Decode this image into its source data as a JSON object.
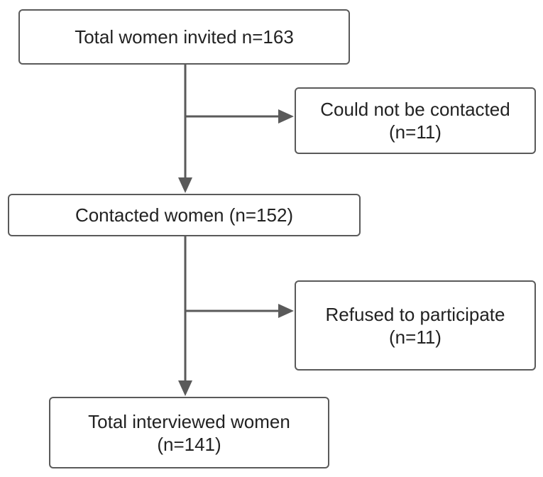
{
  "flowchart": {
    "boxes": {
      "invited": {
        "line1": "Total women invited n=163"
      },
      "not_contacted": {
        "line1": "Could not be contacted",
        "line2": "(n=11)"
      },
      "contacted": {
        "line1": "Contacted women (n=152)"
      },
      "refused": {
        "line1": "Refused to participate",
        "line2": "(n=11)"
      },
      "interviewed": {
        "line1": "Total interviewed women",
        "line2": "(n=141)"
      }
    }
  },
  "colors": {
    "box_border": "#5a5a5a",
    "arrow": "#5a5a5a",
    "text": "#222222",
    "background": "#ffffff"
  }
}
